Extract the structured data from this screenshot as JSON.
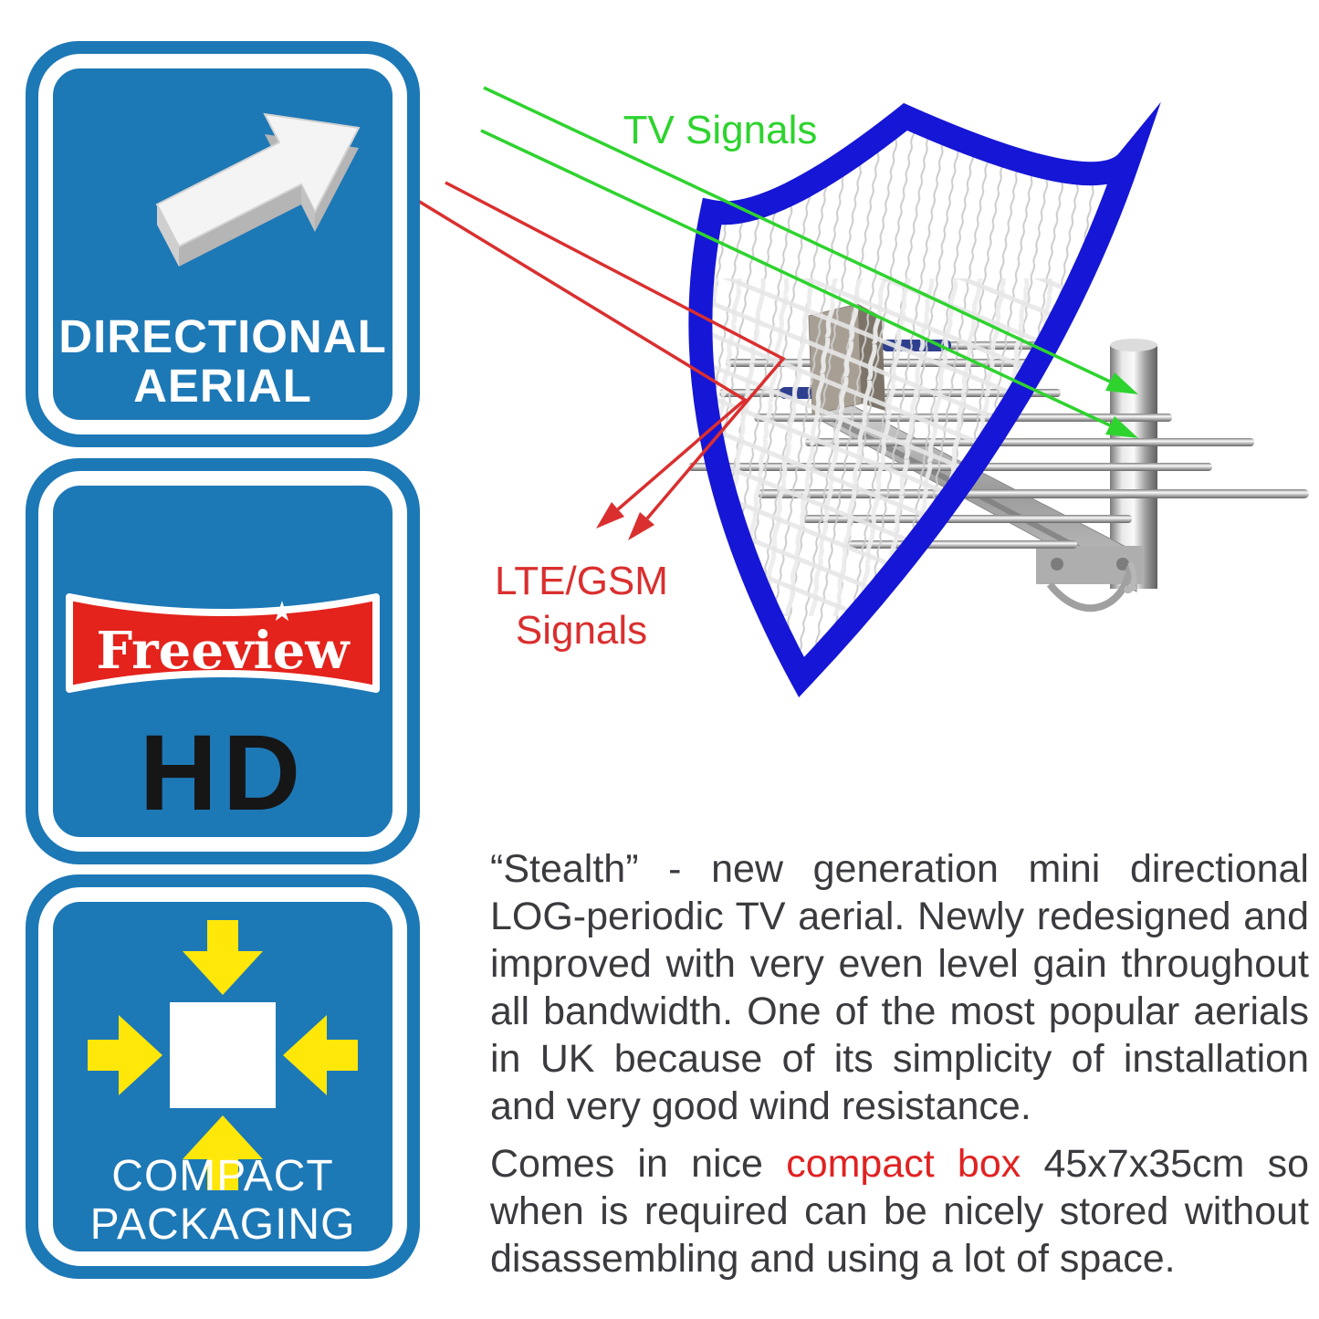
{
  "badges": {
    "directional": {
      "line1": "DIRECTIONAL",
      "line2": "AERIAL",
      "icon": "arrow-3d-up-right"
    },
    "freeview": {
      "brand": "Freeview",
      "star": "★",
      "hd": "HD",
      "icon": "freeview-banner"
    },
    "compact": {
      "line1": "COMPACT",
      "line2": "PACKAGING",
      "icon": "compress-arrows-square"
    }
  },
  "diagram": {
    "tv_label": "TV Signals",
    "lte_label_line1": "LTE/GSM",
    "lte_label_line2": "Signals",
    "shield_icon": "protective-shield-mesh",
    "antenna_icon": "log-periodic-aerial-on-mast"
  },
  "description": {
    "p1": "“Stealth” - new generation mini directional LOG-periodic TV aerial. Newly redesigned and improved with very even level gain throughout all bandwidth. One of the most popular aerials in UK because of its simplicity of installation and very good wind resistance.",
    "p2_before": "Comes in nice ",
    "p2_highlight": "compact box",
    "p2_after": " 45x7x35cm so when is required can be nicely stored without disassembling and using a lot of space."
  },
  "colors": {
    "badge_blue": "#1d78b6",
    "shield_blue": "#1616d6",
    "signal_green": "#2ed32e",
    "signal_red": "#da2f2f",
    "freeview_red": "#e3231c",
    "arrow_yellow": "#ffe70a",
    "body_text": "#3b3a3e",
    "highlight_red": "#e02222"
  }
}
